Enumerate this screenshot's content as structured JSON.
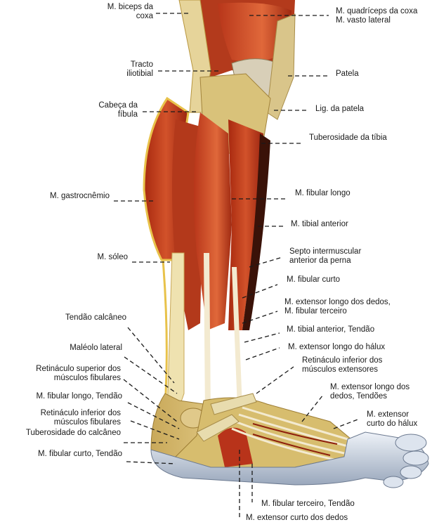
{
  "diagram": {
    "subject": "Músculos da perna e do pé — vista lateral",
    "colors": {
      "muscle": "#c8401e",
      "muscle_dark": "#8e1f0c",
      "tendon": "#e8d9a0",
      "bone": "#d9c27a",
      "skin_outline": "#e8c24a",
      "sole": "#c9d3e0",
      "text": "#1a1a1a"
    },
    "labels_left": [
      {
        "id": "biceps",
        "lines": [
          "M. biceps da",
          "coxa"
        ]
      },
      {
        "id": "tracto",
        "lines": [
          "Tracto",
          "iliotibial"
        ]
      },
      {
        "id": "cabeca",
        "lines": [
          "Cabeça da",
          "fíbula"
        ]
      },
      {
        "id": "gastro",
        "lines": [
          "M. gastrocnêmio"
        ]
      },
      {
        "id": "soleo",
        "lines": [
          "M. sóleo"
        ]
      },
      {
        "id": "tendao-calcaneo",
        "lines": [
          "Tendão calcâneo"
        ]
      },
      {
        "id": "maleolo",
        "lines": [
          "Maléolo lateral"
        ]
      },
      {
        "id": "ret-sup",
        "lines": [
          "Retináculo superior dos",
          "músculos fibulares"
        ]
      },
      {
        "id": "fib-longo-tendao",
        "lines": [
          "M. fibular longo, Tendão"
        ]
      },
      {
        "id": "ret-inf-fib",
        "lines": [
          "Retináculo inferior dos",
          "músculos fibulares"
        ]
      },
      {
        "id": "tub-calcaneo",
        "lines": [
          "Tuberosidade do calcâneo"
        ]
      },
      {
        "id": "fib-curto-tendao",
        "lines": [
          "M. fibular curto, Tendão"
        ]
      }
    ],
    "labels_right": [
      {
        "id": "quadriceps",
        "lines": [
          "M. quadríceps da coxa",
          "M. vasto lateral"
        ]
      },
      {
        "id": "patela",
        "lines": [
          "Patela"
        ]
      },
      {
        "id": "lig-patela",
        "lines": [
          "Lig. da patela"
        ]
      },
      {
        "id": "tub-tibia",
        "lines": [
          "Tuberosidade da tíbia"
        ]
      },
      {
        "id": "fib-longo",
        "lines": [
          "M. fibular longo"
        ]
      },
      {
        "id": "tibial-ant",
        "lines": [
          "M. tibial anterior"
        ]
      },
      {
        "id": "septo",
        "lines": [
          "Septo intermuscular",
          "anterior da perna"
        ]
      },
      {
        "id": "fib-curto",
        "lines": [
          "M. fibular curto"
        ]
      },
      {
        "id": "ext-longo-dedos",
        "lines": [
          "M. extensor longo dos dedos,",
          "M. fibular terceiro"
        ]
      },
      {
        "id": "tibial-tendao",
        "lines": [
          "M. tibial anterior, Tendão"
        ]
      },
      {
        "id": "ext-longo-halux",
        "lines": [
          "M. extensor longo do hálux"
        ]
      },
      {
        "id": "ret-inf-ext",
        "lines": [
          "Retináculo inferior dos",
          "músculos extensores"
        ]
      },
      {
        "id": "ext-longo-dedos-tendoes",
        "lines": [
          "M. extensor longo dos",
          "dedos, Tendões"
        ]
      },
      {
        "id": "ext-curto-halux",
        "lines": [
          "M. extensor",
          "curto do hálux"
        ]
      }
    ],
    "labels_bottom": [
      {
        "id": "fib-terceiro-tendao",
        "lines": [
          "M. fibular terceiro, Tendão"
        ]
      },
      {
        "id": "ext-curto-dedos",
        "lines": [
          "M. extensor curto dos dedos"
        ]
      }
    ]
  }
}
